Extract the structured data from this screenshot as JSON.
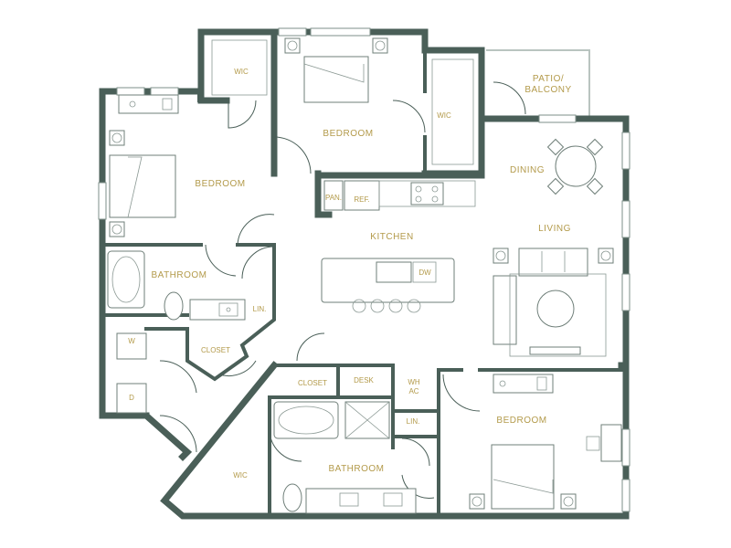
{
  "rooms": {
    "wic_top_left": "WIC",
    "bedroom_top": "BEDROOM",
    "wic_top_right": "WIC",
    "patio": "PATIO/\nBALCONY",
    "patio_line1": "PATIO/",
    "patio_line2": "BALCONY",
    "bedroom_left": "BEDROOM",
    "dining": "DINING",
    "pantry": "PAN.",
    "refrigerator": "REF.",
    "kitchen": "KITCHEN",
    "living": "LIVING",
    "bathroom_left": "BATHROOM",
    "linen_left": "LIN.",
    "washer": "W",
    "dryer": "D",
    "closet_angled": "CLOSET",
    "closet_center": "CLOSET",
    "desk": "DESK",
    "wh_ac_line1": "WH",
    "wh_ac_line2": "AC",
    "linen_right": "LIN.",
    "bedroom_right": "BEDROOM",
    "dishwasher": "DW",
    "wic_bottom": "WIC",
    "bathroom_bottom": "BATHROOM"
  },
  "colors": {
    "wall": "#4a5f58",
    "label": "#b39a4a",
    "fixture": "#6f7f79"
  }
}
